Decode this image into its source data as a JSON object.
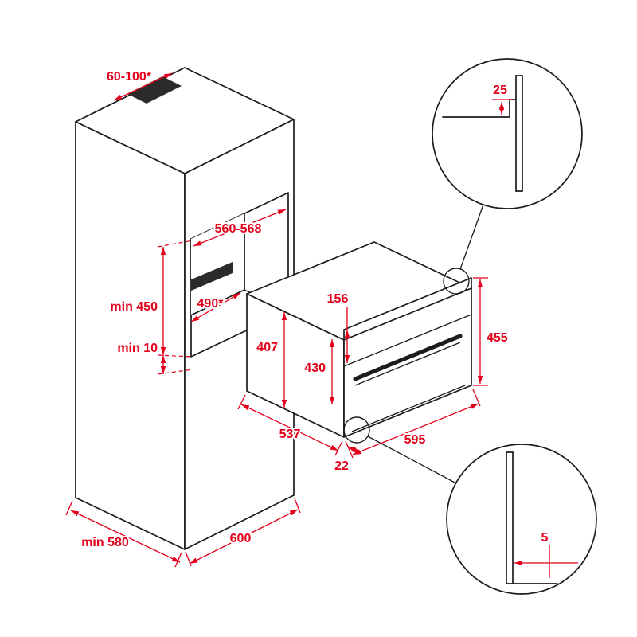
{
  "diagram": {
    "background": "#ffffff",
    "outline_color": "#1c1c1c",
    "dimension_color": "#e2001a",
    "cabinet": {
      "vent_cutout": "60-100*",
      "niche_width": "560-568",
      "niche_height": "min 450",
      "niche_depth": "490*",
      "clearance_below_niche": "min 10",
      "cabinet_depth": "min 580",
      "cabinet_width": "600"
    },
    "oven": {
      "control_panel_height": "156",
      "rear_body_height": "407",
      "door_height": "430",
      "total_height": "455",
      "body_depth": "537",
      "front_width": "595",
      "frame_overhang": "22"
    },
    "detail_top": {
      "clearance": "25"
    },
    "detail_bottom": {
      "clearance": "5"
    }
  }
}
